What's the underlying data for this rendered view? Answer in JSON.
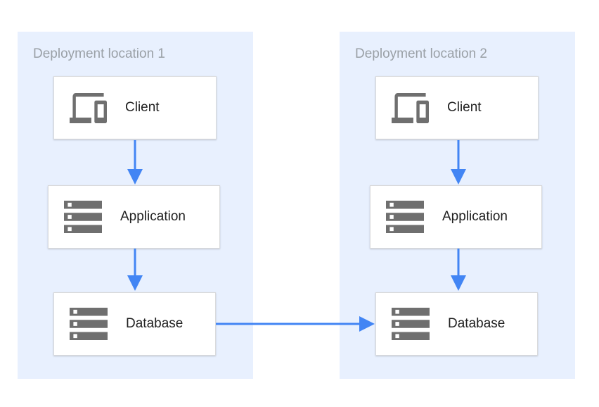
{
  "diagram": {
    "locations": [
      {
        "title": "Deployment location 1",
        "nodes": [
          {
            "label": "Client",
            "icon": "devices-icon"
          },
          {
            "label": "Application",
            "icon": "storage-icon"
          },
          {
            "label": "Database",
            "icon": "storage-icon"
          }
        ]
      },
      {
        "title": "Deployment location 2",
        "nodes": [
          {
            "label": "Client",
            "icon": "devices-icon"
          },
          {
            "label": "Application",
            "icon": "storage-icon"
          },
          {
            "label": "Database",
            "icon": "storage-icon"
          }
        ]
      }
    ],
    "arrows": [
      {
        "from": "client-1",
        "to": "application-1",
        "direction": "down"
      },
      {
        "from": "application-1",
        "to": "database-1",
        "direction": "down"
      },
      {
        "from": "client-2",
        "to": "application-2",
        "direction": "down"
      },
      {
        "from": "application-2",
        "to": "database-2",
        "direction": "down"
      },
      {
        "from": "database-1",
        "to": "database-2",
        "direction": "right"
      }
    ],
    "colors": {
      "container_bg": "#e8f0fe",
      "arrow_blue": "#4285f4",
      "icon_gray": "#6f6f6f",
      "title_gray": "#9aa0a6",
      "node_bg": "#ffffff",
      "node_border": "#d9dadc",
      "label_text": "#212121"
    }
  }
}
